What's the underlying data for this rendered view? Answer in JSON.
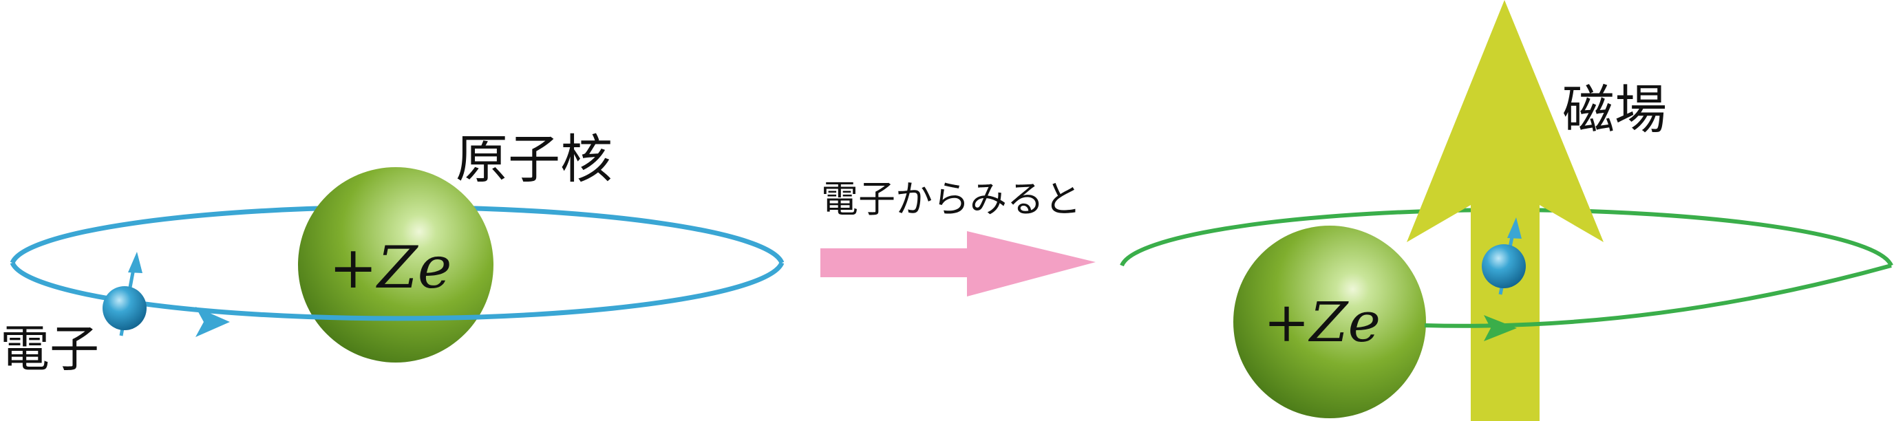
{
  "labels": {
    "nucleus": "原子核",
    "electron": "電子",
    "electron_view": "電子からみると",
    "magnetic_field": "磁場",
    "charge_plus": "+",
    "charge_symbol": "Ze"
  },
  "colors": {
    "orbit_left": "#3aa6d4",
    "orbit_right": "#3aae4a",
    "nucleus_light": "#c9e59a",
    "nucleus_mid": "#7fae2e",
    "nucleus_dark": "#4a7a18",
    "electron": "#1f8fc4",
    "transition_arrow": "#f3a0c4",
    "field_arrow": "#ccd32f"
  },
  "icons": {
    "electron": "electron-sphere-with-spin-arrow-icon",
    "transition": "right-arrow-icon",
    "field": "up-arrow-icon"
  }
}
